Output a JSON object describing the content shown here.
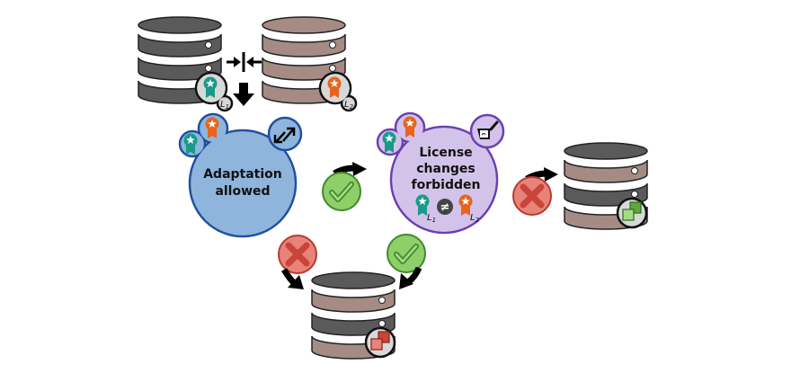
{
  "diagram": {
    "colors": {
      "db_gray": "#5a5a5a",
      "db_brown": "#a58b84",
      "license_teal": "#1a9a8a",
      "license_orange": "#e8641c",
      "adaptation_fill": "#8fb5dc",
      "adaptation_border": "#1f4fa0",
      "forbidden_fill": "#d3c3ea",
      "forbidden_border": "#6b3fb0",
      "check_fill": "#8fcf6a",
      "check_border": "#3f8a2a",
      "cross_fill": "#e8837a",
      "cross_border": "#b83a30",
      "copy_green": "#8ccc6a",
      "copy_red": "#e46a5a"
    },
    "sources": [
      {
        "id": "db1",
        "license": "L1",
        "license_sub": "1",
        "color": "gray"
      },
      {
        "id": "db2",
        "license": "L2",
        "license_sub": "2",
        "color": "brown"
      }
    ],
    "merge_icon": "merge-arrows-icon",
    "nodes": {
      "adaptation": {
        "line1": "Adaptation",
        "line2": "allowed",
        "icon": "bidirectional-arrows-icon"
      },
      "forbidden": {
        "line1": "License",
        "line2": "changes",
        "line3": "forbidden",
        "icon": "license-sign-icon",
        "compare": {
          "left": "L",
          "left_sub": "1",
          "op": "≠",
          "right": "L",
          "right_sub": "2"
        }
      }
    },
    "outcomes": {
      "check": "✓",
      "cross": "✕"
    }
  }
}
